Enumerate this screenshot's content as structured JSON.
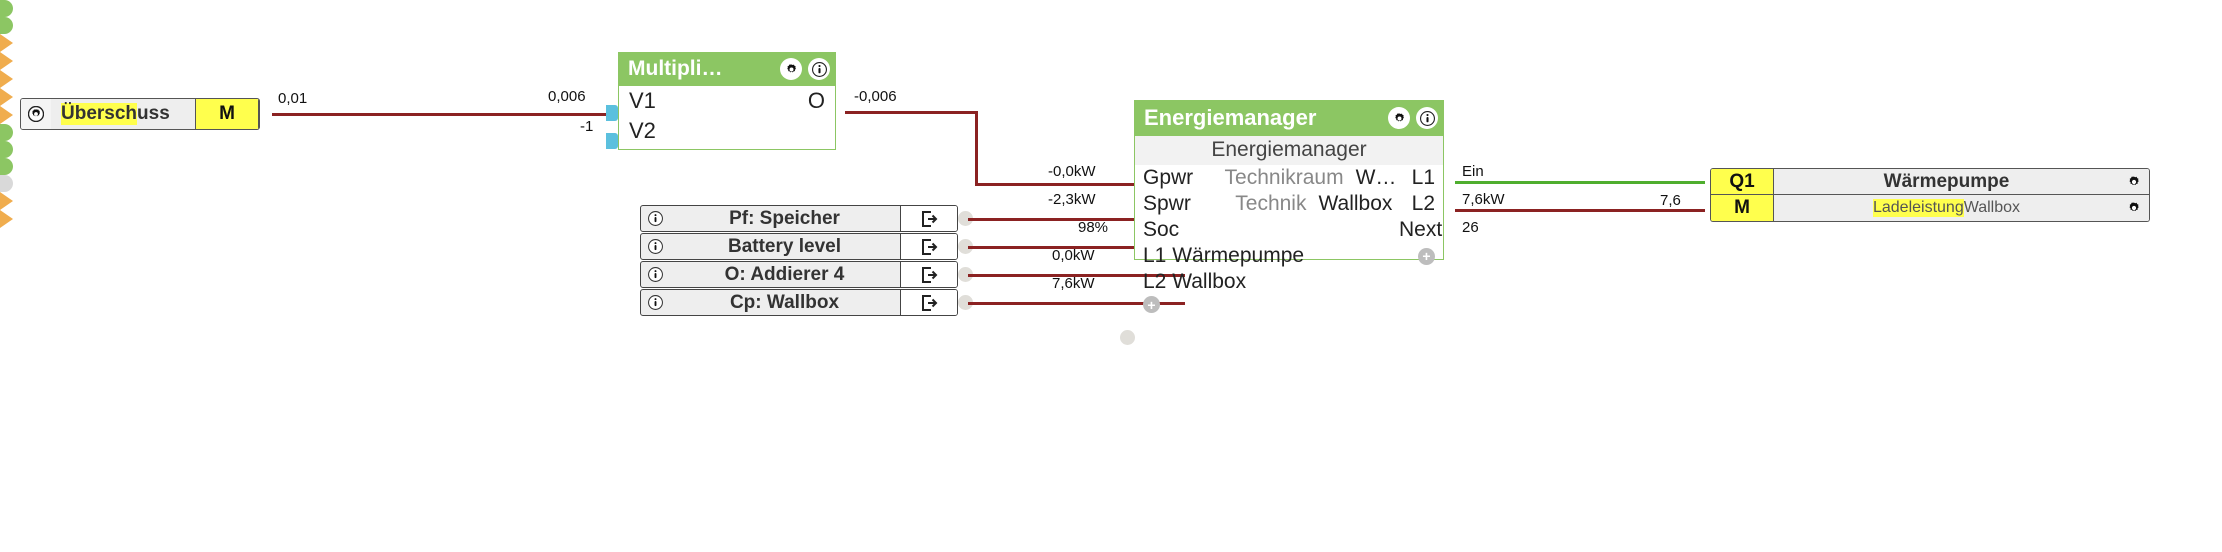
{
  "diagram": {
    "title": "Energiemanager flow",
    "colors": {
      "node_header_green": "#8cc663",
      "wire_red": "#8b2222",
      "wire_green": "#4fae2f",
      "highlight_yellow": "#ffff4d",
      "port_in_orange": "#f0ad4e",
      "port_in_blue": "#5bc0de"
    }
  },
  "ueberschuss_node": {
    "name_highlight": "Übersch",
    "name_rest": "uss",
    "tag": "M",
    "gear_icon": "gear-icon",
    "out_value": "0,01"
  },
  "multiplicator_node": {
    "title": "Multipli…",
    "gear_icon": "gear-icon",
    "info_icon": "info-icon",
    "inputs": [
      {
        "label": "V1",
        "value": "0,006"
      },
      {
        "label": "V2",
        "value": "-1"
      }
    ],
    "output": {
      "label": "O",
      "value": "-0,006"
    }
  },
  "info_rows": [
    {
      "info_icon": "info-icon",
      "label": "Pf: Speicher",
      "button_icon": "export-icon",
      "value": "-0,0kW"
    },
    {
      "info_icon": "info-icon",
      "label": "Battery level",
      "button_icon": "export-icon",
      "value": "98%"
    },
    {
      "info_icon": "info-icon",
      "label": "O: Addierer 4",
      "button_icon": "export-icon",
      "value": "0,0kW"
    },
    {
      "info_icon": "info-icon",
      "label": "Cp: Wallbox",
      "button_icon": "export-icon",
      "value": "7,6kW"
    }
  ],
  "energiemanager_node": {
    "title": "Energiemanager",
    "gear_icon": "gear-icon",
    "info_icon": "info-icon",
    "subtitle": "Energiemanager",
    "rows": [
      {
        "in_label": "Gpwr",
        "mid": "Technikraum",
        "mid2": "W…",
        "out_label": "L1"
      },
      {
        "in_label": "Spwr",
        "mid": "Technik",
        "mid2": "Wallbox",
        "out_label": "L2"
      },
      {
        "in_label": "Soc",
        "mid": "",
        "mid2": "",
        "out_label": "Next"
      }
    ],
    "extra_rows": [
      {
        "label": "L1 Wärmepumpe",
        "plus_icon": "plus-icon"
      },
      {
        "label": "L2 Wallbox",
        "plus_icon": ""
      }
    ],
    "add_row_icon": "plus-icon",
    "input_values": [
      "-0,0kW",
      "-2,3kW",
      "98%",
      "0,0kW",
      "7,6kW"
    ],
    "output_values": [
      "Ein",
      "7,6kW",
      "26"
    ]
  },
  "target_node": {
    "rows": [
      {
        "tag": "Q1",
        "label_highlight": "",
        "label_rest": "Wärmepumpe",
        "gear_icon": "gear-icon",
        "in_value": ""
      },
      {
        "tag": "M",
        "label_highlight": "Ladeleistung",
        "label_rest": " Wallbox",
        "gear_icon": "gear-icon",
        "in_value": "7,6"
      }
    ]
  }
}
